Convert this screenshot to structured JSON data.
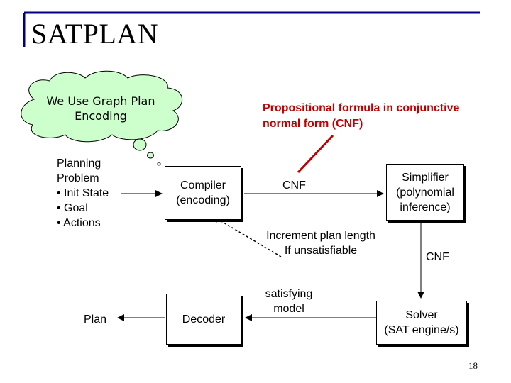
{
  "title": "SATPLAN",
  "cloud": {
    "line1": "We Use Graph Plan",
    "line2": "Encoding"
  },
  "callout": {
    "line1": "Propositional formula in conjunctive",
    "line2": "normal form (CNF)"
  },
  "planning_problem": {
    "line1": "Planning",
    "line2": "Problem",
    "line3": "• Init State",
    "line4": "• Goal",
    "line5": "• Actions"
  },
  "compiler": {
    "line1": "Compiler",
    "line2": "(encoding)"
  },
  "cnf_top": "CNF",
  "simplifier": {
    "line1": "Simplifier",
    "line2": "(polynomial",
    "line3": "inference)"
  },
  "increment": {
    "line1": "Increment plan length",
    "line2": "If unsatisfiable"
  },
  "cnf_right": "CNF",
  "satisfying": {
    "line1": "satisfying",
    "line2": "model"
  },
  "solver": {
    "line1": "Solver",
    "line2": "(SAT engine/s)"
  },
  "decoder": "Decoder",
  "plan": "Plan",
  "page_number": "18",
  "colors": {
    "frame": "#000080",
    "cloud_fill": "#ccffcc",
    "callout": "#c00000",
    "arrow": "#000000"
  }
}
